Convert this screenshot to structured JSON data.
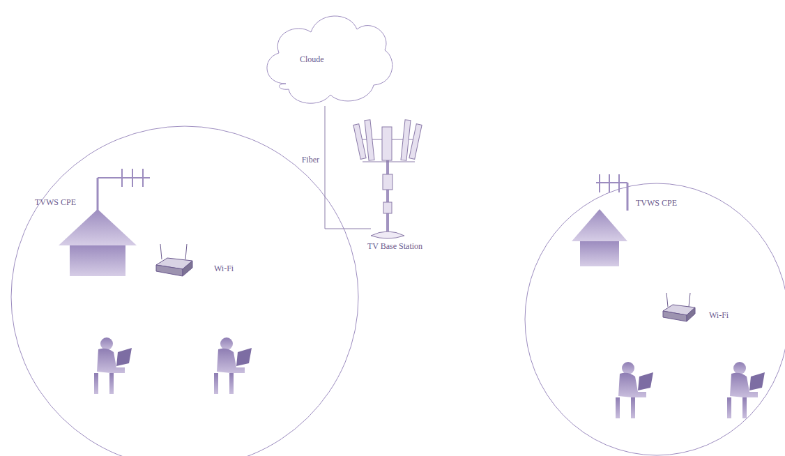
{
  "diagram": {
    "nodes": [
      {
        "text": [
          "Cloude"
        ]
      },
      {
        "text": [
          "TV Base Station"
        ]
      },
      {
        "text": [
          "TVWS CPE",
          "Wi-Fi"
        ]
      },
      {
        "text": [
          "TVWS CPE",
          "Wi-Fi"
        ]
      }
    ],
    "edges": [
      {
        "from": 0,
        "to": 1,
        "label": "Fiber",
        "arrow": "none"
      }
    ]
  }
}
